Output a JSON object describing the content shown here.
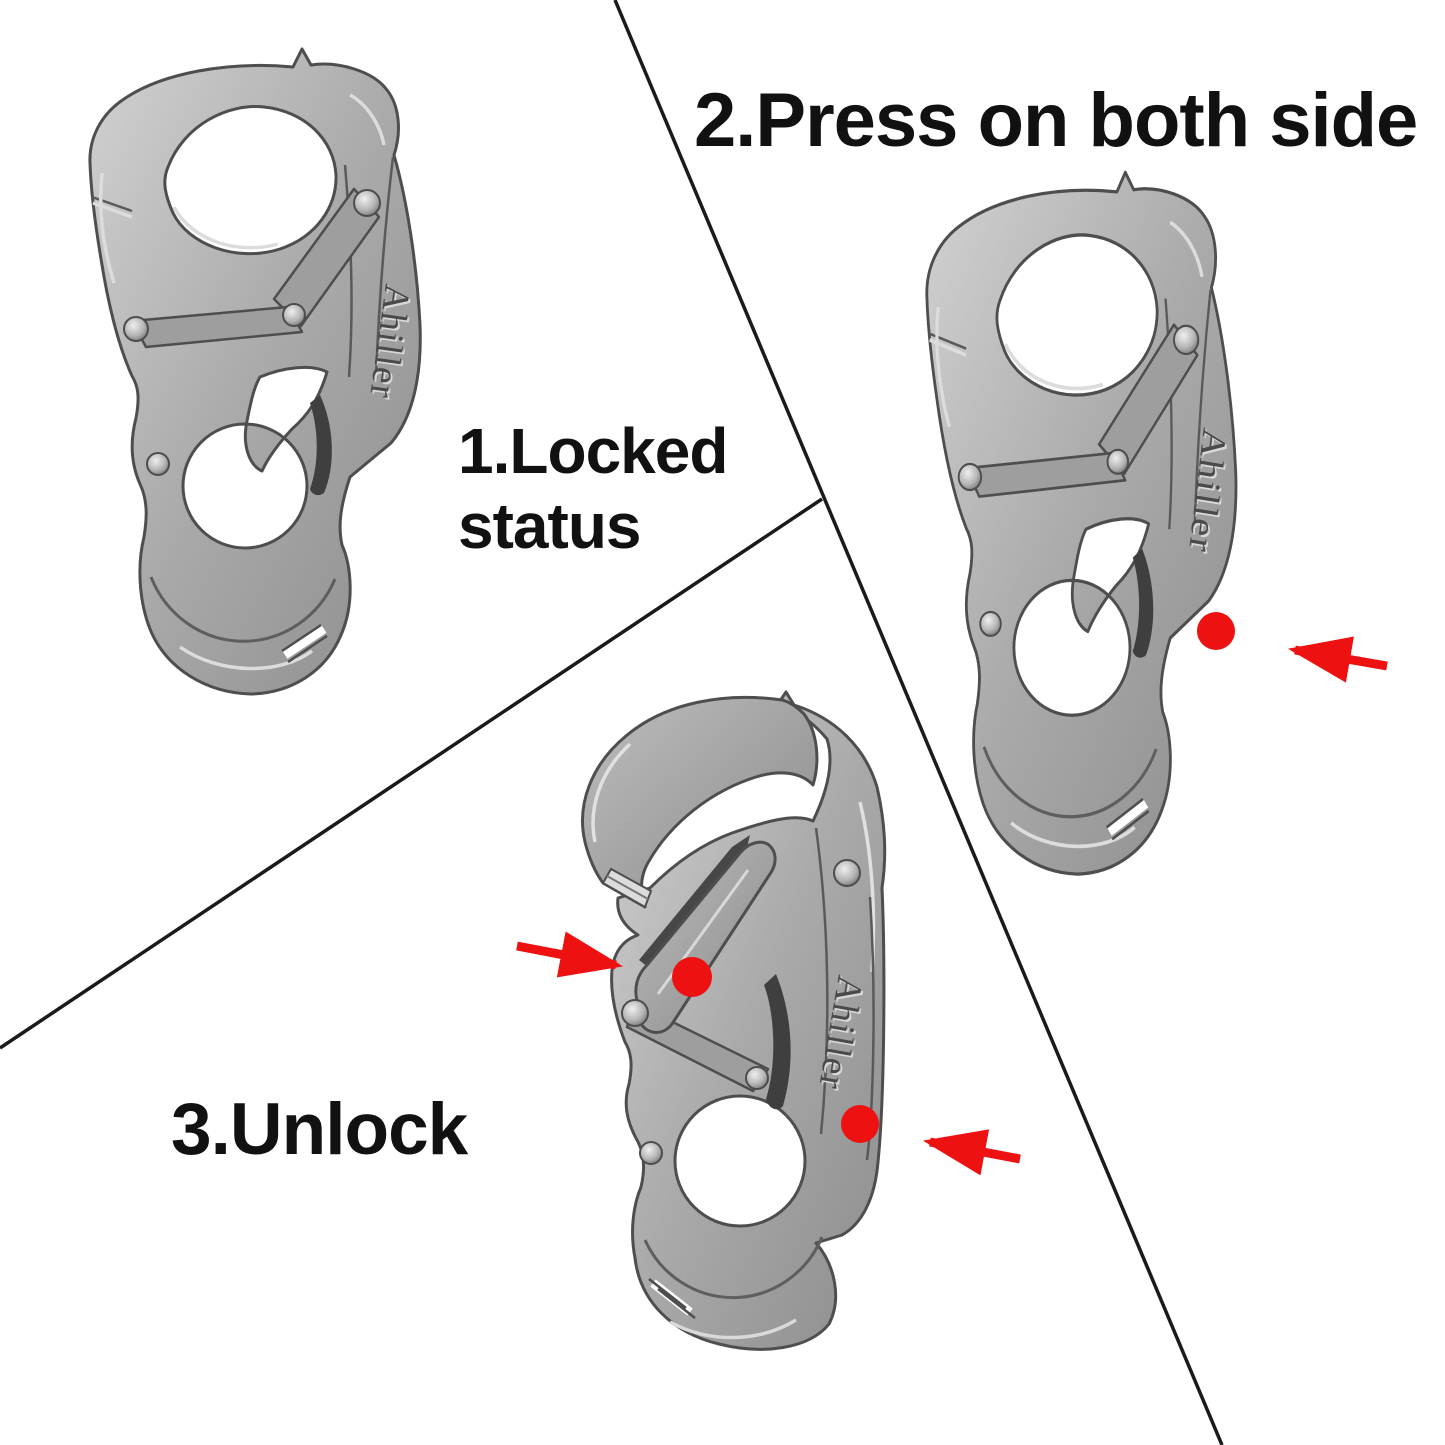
{
  "figure": {
    "type": "product-instruction-diagram",
    "background_color": "#ffffff",
    "text_color": "#111111",
    "divider_color": "#1a1a1a",
    "accent_red": "#ee1111",
    "metal_color": "#a8a8a8",
    "brand_engraving": "Ahiller",
    "steps": [
      {
        "id": "1",
        "caption_lines": [
          "1.Locked",
          "status"
        ],
        "carabiner_state": "locked"
      },
      {
        "id": "2",
        "caption_lines": [
          "2.Press on both side"
        ],
        "carabiner_state": "locked"
      },
      {
        "id": "3",
        "caption_lines": [
          "3.Unlock"
        ],
        "carabiner_state": "unlocked"
      }
    ],
    "press_points": [
      {
        "step": "2",
        "side": "right"
      },
      {
        "step": "3",
        "side": "left"
      },
      {
        "step": "3",
        "side": "right"
      }
    ]
  }
}
